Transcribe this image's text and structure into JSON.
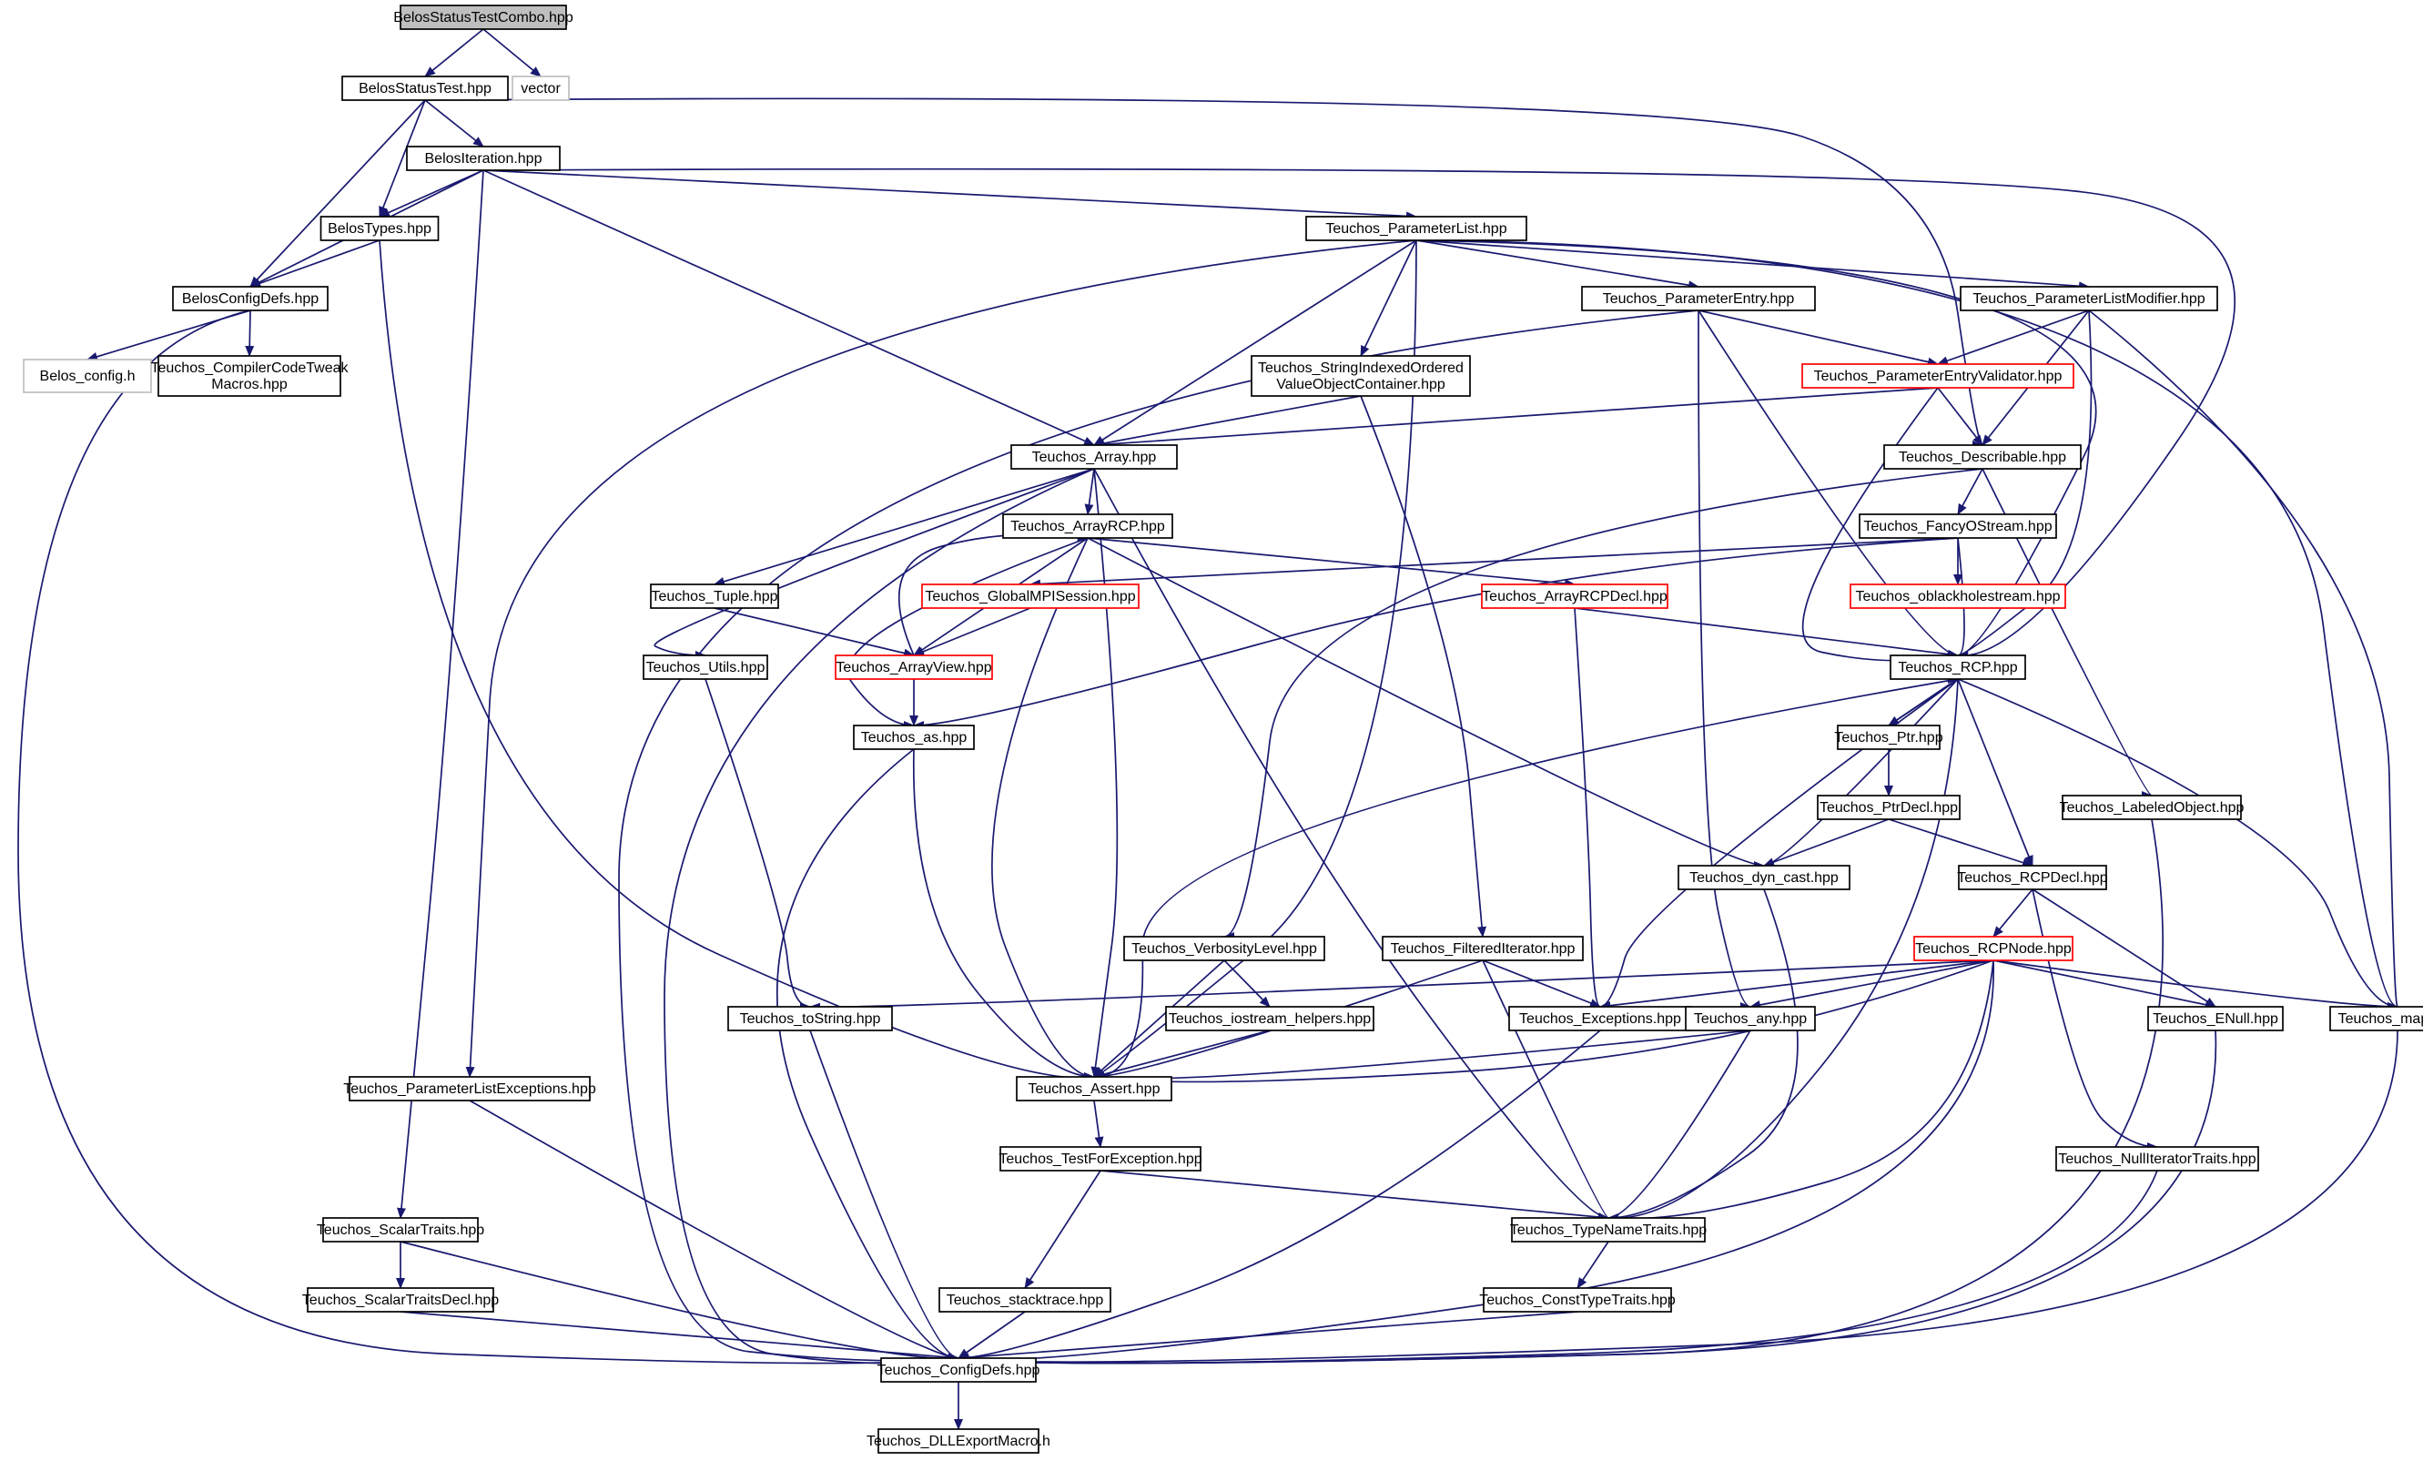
{
  "colors": {
    "edge": "#191970",
    "box_border": "#000000",
    "incomplete_border": "#ff0000",
    "undocumented_border": "#bfbfbf",
    "root_fill": "#bfbfbf",
    "background": "#ffffff"
  },
  "nodes": [
    {
      "id": "root",
      "lines": [
        "BelosStatusTestCombo.hpp"
      ],
      "style": "root"
    },
    {
      "id": "belos_statustest",
      "lines": [
        "BelosStatusTest.hpp"
      ],
      "style": "normal"
    },
    {
      "id": "vector",
      "lines": [
        "vector"
      ],
      "style": "gray"
    },
    {
      "id": "belos_iteration",
      "lines": [
        "BelosIteration.hpp"
      ],
      "style": "normal"
    },
    {
      "id": "belos_types",
      "lines": [
        "BelosTypes.hpp"
      ],
      "style": "normal"
    },
    {
      "id": "belos_configdefs",
      "lines": [
        "BelosConfigDefs.hpp"
      ],
      "style": "normal"
    },
    {
      "id": "belos_config",
      "lines": [
        "Belos_config.h"
      ],
      "style": "gray"
    },
    {
      "id": "compiler_tweak",
      "lines": [
        "Teuchos_CompilerCodeTweak",
        "Macros.hpp"
      ],
      "style": "normal"
    },
    {
      "id": "parameterlist",
      "lines": [
        "Teuchos_ParameterList.hpp"
      ],
      "style": "normal"
    },
    {
      "id": "parameterentry",
      "lines": [
        "Teuchos_ParameterEntry.hpp"
      ],
      "style": "normal"
    },
    {
      "id": "plmodifier",
      "lines": [
        "Teuchos_ParameterListModifier.hpp"
      ],
      "style": "normal"
    },
    {
      "id": "stringindexed",
      "lines": [
        "Teuchos_StringIndexedOrdered",
        "ValueObjectContainer.hpp"
      ],
      "style": "normal"
    },
    {
      "id": "pevalidator",
      "lines": [
        "Teuchos_ParameterEntryValidator.hpp"
      ],
      "style": "red"
    },
    {
      "id": "array",
      "lines": [
        "Teuchos_Array.hpp"
      ],
      "style": "normal"
    },
    {
      "id": "describable",
      "lines": [
        "Teuchos_Describable.hpp"
      ],
      "style": "normal"
    },
    {
      "id": "arrayrcp",
      "lines": [
        "Teuchos_ArrayRCP.hpp"
      ],
      "style": "normal"
    },
    {
      "id": "fancyostream",
      "lines": [
        "Teuchos_FancyOStream.hpp"
      ],
      "style": "normal"
    },
    {
      "id": "tuple",
      "lines": [
        "Teuchos_Tuple.hpp"
      ],
      "style": "normal"
    },
    {
      "id": "globalmpi",
      "lines": [
        "Teuchos_GlobalMPISession.hpp"
      ],
      "style": "red"
    },
    {
      "id": "arrayrcpdecl",
      "lines": [
        "Teuchos_ArrayRCPDecl.hpp"
      ],
      "style": "red"
    },
    {
      "id": "oblackhole",
      "lines": [
        "Teuchos_oblackholestream.hpp"
      ],
      "style": "red"
    },
    {
      "id": "utils",
      "lines": [
        "Teuchos_Utils.hpp"
      ],
      "style": "normal"
    },
    {
      "id": "arrayview",
      "lines": [
        "Teuchos_ArrayView.hpp"
      ],
      "style": "red"
    },
    {
      "id": "rcp",
      "lines": [
        "Teuchos_RCP.hpp"
      ],
      "style": "normal"
    },
    {
      "id": "as",
      "lines": [
        "Teuchos_as.hpp"
      ],
      "style": "normal"
    },
    {
      "id": "ptr",
      "lines": [
        "Teuchos_Ptr.hpp"
      ],
      "style": "normal"
    },
    {
      "id": "ptrdecl",
      "lines": [
        "Teuchos_PtrDecl.hpp"
      ],
      "style": "normal"
    },
    {
      "id": "labeledobject",
      "lines": [
        "Teuchos_LabeledObject.hpp"
      ],
      "style": "normal"
    },
    {
      "id": "dyncast",
      "lines": [
        "Teuchos_dyn_cast.hpp"
      ],
      "style": "normal"
    },
    {
      "id": "rcpdecl",
      "lines": [
        "Teuchos_RCPDecl.hpp"
      ],
      "style": "normal"
    },
    {
      "id": "verbosity",
      "lines": [
        "Teuchos_VerbosityLevel.hpp"
      ],
      "style": "normal"
    },
    {
      "id": "filtered",
      "lines": [
        "Teuchos_FilteredIterator.hpp"
      ],
      "style": "normal"
    },
    {
      "id": "rcpnode",
      "lines": [
        "Teuchos_RCPNode.hpp"
      ],
      "style": "red"
    },
    {
      "id": "iostream",
      "lines": [
        "Teuchos_iostream_helpers.hpp"
      ],
      "style": "normal"
    },
    {
      "id": "tostring",
      "lines": [
        "Teuchos_toString.hpp"
      ],
      "style": "normal"
    },
    {
      "id": "exceptions",
      "lines": [
        "Teuchos_Exceptions.hpp"
      ],
      "style": "normal"
    },
    {
      "id": "any",
      "lines": [
        "Teuchos_any.hpp"
      ],
      "style": "normal"
    },
    {
      "id": "enull",
      "lines": [
        "Teuchos_ENull.hpp"
      ],
      "style": "normal"
    },
    {
      "id": "map",
      "lines": [
        "Teuchos_map.hpp"
      ],
      "style": "normal"
    },
    {
      "id": "plexceptions",
      "lines": [
        "Teuchos_ParameterListExceptions.hpp"
      ],
      "style": "normal"
    },
    {
      "id": "assert",
      "lines": [
        "Teuchos_Assert.hpp"
      ],
      "style": "normal"
    },
    {
      "id": "testforexc",
      "lines": [
        "Teuchos_TestForException.hpp"
      ],
      "style": "normal"
    },
    {
      "id": "nulliter",
      "lines": [
        "Teuchos_NullIteratorTraits.hpp"
      ],
      "style": "normal"
    },
    {
      "id": "scalartraits",
      "lines": [
        "Teuchos_ScalarTraits.hpp"
      ],
      "style": "normal"
    },
    {
      "id": "typename",
      "lines": [
        "Teuchos_TypeNameTraits.hpp"
      ],
      "style": "normal"
    },
    {
      "id": "scalartraitsdecl",
      "lines": [
        "Teuchos_ScalarTraitsDecl.hpp"
      ],
      "style": "normal"
    },
    {
      "id": "stacktrace",
      "lines": [
        "Teuchos_stacktrace.hpp"
      ],
      "style": "normal"
    },
    {
      "id": "consttype",
      "lines": [
        "Teuchos_ConstTypeTraits.hpp"
      ],
      "style": "normal"
    },
    {
      "id": "configdefs",
      "lines": [
        "Teuchos_ConfigDefs.hpp"
      ],
      "style": "normal"
    },
    {
      "id": "dllexport",
      "lines": [
        "Teuchos_DLLExportMacro.h"
      ],
      "style": "normal"
    }
  ],
  "edges": [
    [
      "root",
      "belos_statustest"
    ],
    [
      "root",
      "vector"
    ],
    [
      "belos_statustest",
      "belos_iteration"
    ],
    [
      "belos_statustest",
      "belos_types"
    ],
    [
      "belos_statustest",
      "belos_configdefs"
    ],
    [
      "belos_statustest",
      "describable"
    ],
    [
      "belos_iteration",
      "belos_types"
    ],
    [
      "belos_iteration",
      "belos_configdefs"
    ],
    [
      "belos_iteration",
      "parameterlist"
    ],
    [
      "belos_iteration",
      "array"
    ],
    [
      "belos_iteration",
      "rcp"
    ],
    [
      "belos_iteration",
      "scalartraits"
    ],
    [
      "belos_types",
      "belos_configdefs"
    ],
    [
      "belos_types",
      "assert"
    ],
    [
      "belos_configdefs",
      "belos_config"
    ],
    [
      "belos_configdefs",
      "compiler_tweak"
    ],
    [
      "belos_configdefs",
      "configdefs"
    ],
    [
      "parameterlist",
      "parameterentry"
    ],
    [
      "parameterlist",
      "plmodifier"
    ],
    [
      "parameterlist",
      "stringindexed"
    ],
    [
      "parameterlist",
      "array"
    ],
    [
      "parameterlist",
      "plexceptions"
    ],
    [
      "parameterlist",
      "assert"
    ],
    [
      "parameterlist",
      "rcp"
    ],
    [
      "parameterlist",
      "map"
    ],
    [
      "parameterentry",
      "pevalidator"
    ],
    [
      "parameterentry",
      "rcp"
    ],
    [
      "parameterentry",
      "any"
    ],
    [
      "parameterentry",
      "configdefs"
    ],
    [
      "plmodifier",
      "pevalidator"
    ],
    [
      "plmodifier",
      "describable"
    ],
    [
      "plmodifier",
      "rcp"
    ],
    [
      "plmodifier",
      "map"
    ],
    [
      "stringindexed",
      "array"
    ],
    [
      "stringindexed",
      "filtered"
    ],
    [
      "pevalidator",
      "array"
    ],
    [
      "pevalidator",
      "describable"
    ],
    [
      "pevalidator",
      "rcp"
    ],
    [
      "array",
      "arrayrcp"
    ],
    [
      "array",
      "tuple"
    ],
    [
      "array",
      "utils"
    ],
    [
      "array",
      "assert"
    ],
    [
      "array",
      "typename"
    ],
    [
      "array",
      "configdefs"
    ],
    [
      "describable",
      "fancyostream"
    ],
    [
      "describable",
      "verbosity"
    ],
    [
      "describable",
      "labeledobject"
    ],
    [
      "arrayrcp",
      "arrayview"
    ],
    [
      "arrayrcp",
      "arrayrcpdecl"
    ],
    [
      "arrayrcp",
      "as"
    ],
    [
      "arrayrcp",
      "dyncast"
    ],
    [
      "arrayrcp",
      "assert"
    ],
    [
      "fancyostream",
      "globalmpi"
    ],
    [
      "fancyostream",
      "oblackhole"
    ],
    [
      "fancyostream",
      "rcp"
    ],
    [
      "fancyostream",
      "as"
    ],
    [
      "tuple",
      "arrayview"
    ],
    [
      "globalmpi",
      "arrayview"
    ],
    [
      "arrayrcpdecl",
      "rcp"
    ],
    [
      "arrayrcpdecl",
      "exceptions"
    ],
    [
      "utils",
      "tostring"
    ],
    [
      "arrayview",
      "arrayrcp"
    ],
    [
      "arrayview",
      "as"
    ],
    [
      "rcp",
      "ptr"
    ],
    [
      "rcp",
      "rcpdecl"
    ],
    [
      "rcp",
      "dyncast"
    ],
    [
      "rcp",
      "exceptions"
    ],
    [
      "rcp",
      "assert"
    ],
    [
      "rcp",
      "typename"
    ],
    [
      "rcp",
      "map"
    ],
    [
      "as",
      "assert"
    ],
    [
      "as",
      "configdefs"
    ],
    [
      "ptr",
      "rcp"
    ],
    [
      "ptr",
      "ptrdecl"
    ],
    [
      "ptrdecl",
      "rcpdecl"
    ],
    [
      "ptrdecl",
      "dyncast"
    ],
    [
      "labeledobject",
      "configdefs"
    ],
    [
      "dyncast",
      "typename"
    ],
    [
      "rcpdecl",
      "rcpnode"
    ],
    [
      "rcpdecl",
      "enull"
    ],
    [
      "rcpdecl",
      "nulliter"
    ],
    [
      "verbosity",
      "iostream"
    ],
    [
      "verbosity",
      "assert"
    ],
    [
      "filtered",
      "exceptions"
    ],
    [
      "filtered",
      "assert"
    ],
    [
      "filtered",
      "typename"
    ],
    [
      "rcpnode",
      "tostring"
    ],
    [
      "rcpnode",
      "exceptions"
    ],
    [
      "rcpnode",
      "any"
    ],
    [
      "rcpnode",
      "enull"
    ],
    [
      "rcpnode",
      "map"
    ],
    [
      "rcpnode",
      "assert"
    ],
    [
      "rcpnode",
      "typename"
    ],
    [
      "rcpnode",
      "configdefs"
    ],
    [
      "iostream",
      "assert"
    ],
    [
      "tostring",
      "configdefs"
    ],
    [
      "exceptions",
      "configdefs"
    ],
    [
      "any",
      "assert"
    ],
    [
      "any",
      "typename"
    ],
    [
      "enull",
      "configdefs"
    ],
    [
      "map",
      "configdefs"
    ],
    [
      "plexceptions",
      "configdefs"
    ],
    [
      "assert",
      "testforexc"
    ],
    [
      "testforexc",
      "stacktrace"
    ],
    [
      "testforexc",
      "typename"
    ],
    [
      "nulliter",
      "configdefs"
    ],
    [
      "scalartraits",
      "scalartraitsdecl"
    ],
    [
      "scalartraits",
      "configdefs"
    ],
    [
      "typename",
      "consttype"
    ],
    [
      "scalartraitsdecl",
      "configdefs"
    ],
    [
      "stacktrace",
      "configdefs"
    ],
    [
      "consttype",
      "configdefs"
    ],
    [
      "configdefs",
      "dllexport"
    ]
  ]
}
